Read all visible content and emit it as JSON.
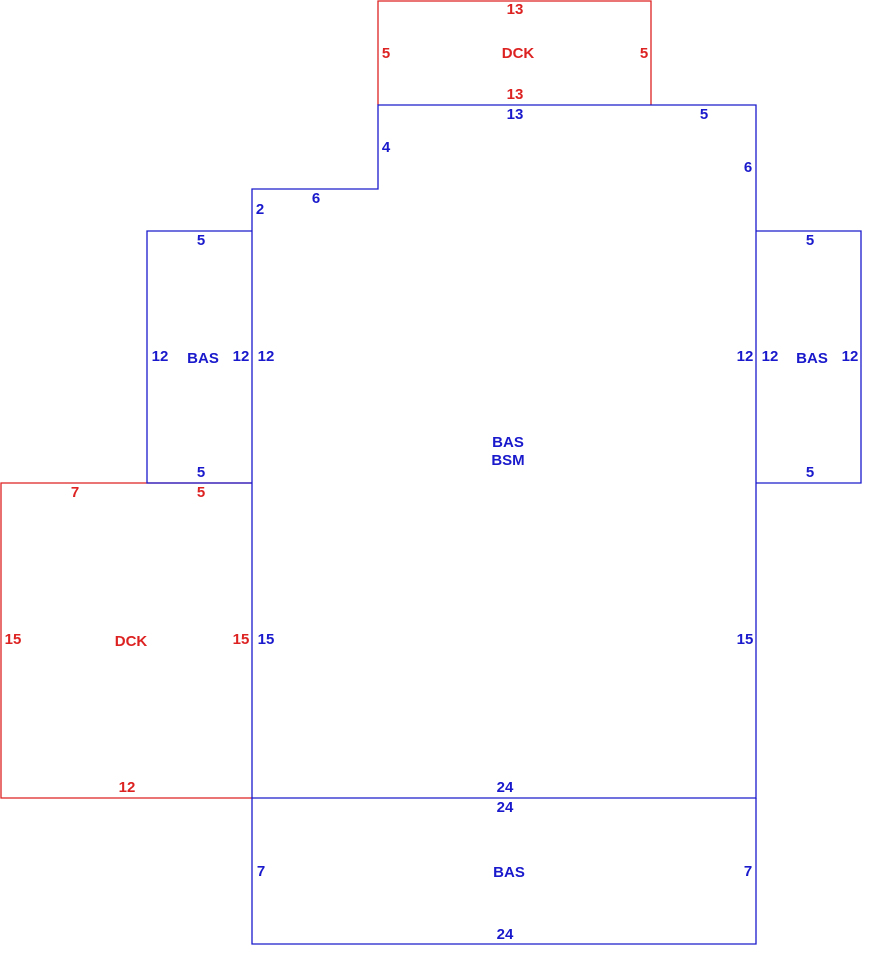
{
  "colors": {
    "living": "#1a1acc",
    "deck": "#dd2222"
  },
  "areas": {
    "main": {
      "code1": "BAS",
      "code2": "BSM"
    },
    "left_bump": "BAS",
    "right_bump": "BAS",
    "bottom": "BAS",
    "top_deck": "DCK",
    "left_deck": "DCK"
  },
  "dims": {
    "top_deck_top": "13",
    "top_deck_left": "5",
    "top_deck_right": "5",
    "top_deck_bottom": "13",
    "main_top": "13",
    "main_top_right": "5",
    "main_notch_vert": "4",
    "main_right_upper": "6",
    "main_notch_horiz": "6",
    "main_notch_small": "2",
    "left_bump_top": "5",
    "left_bump_left": "12",
    "left_bump_right": "12",
    "left_bump_bottom": "5",
    "main_left_upper": "12",
    "main_right_mid": "12",
    "right_bump_top": "5",
    "right_bump_left": "12",
    "right_bump_right": "12",
    "right_bump_bottom": "5",
    "left_deck_top_a": "7",
    "left_deck_top_b": "5",
    "left_deck_left": "15",
    "left_deck_right": "15",
    "left_deck_bottom": "12",
    "main_left_lower": "15",
    "main_right_lower": "15",
    "main_bottom": "24",
    "bottom_top": "24",
    "bottom_left": "7",
    "bottom_right": "7",
    "bottom_bottom": "24"
  }
}
